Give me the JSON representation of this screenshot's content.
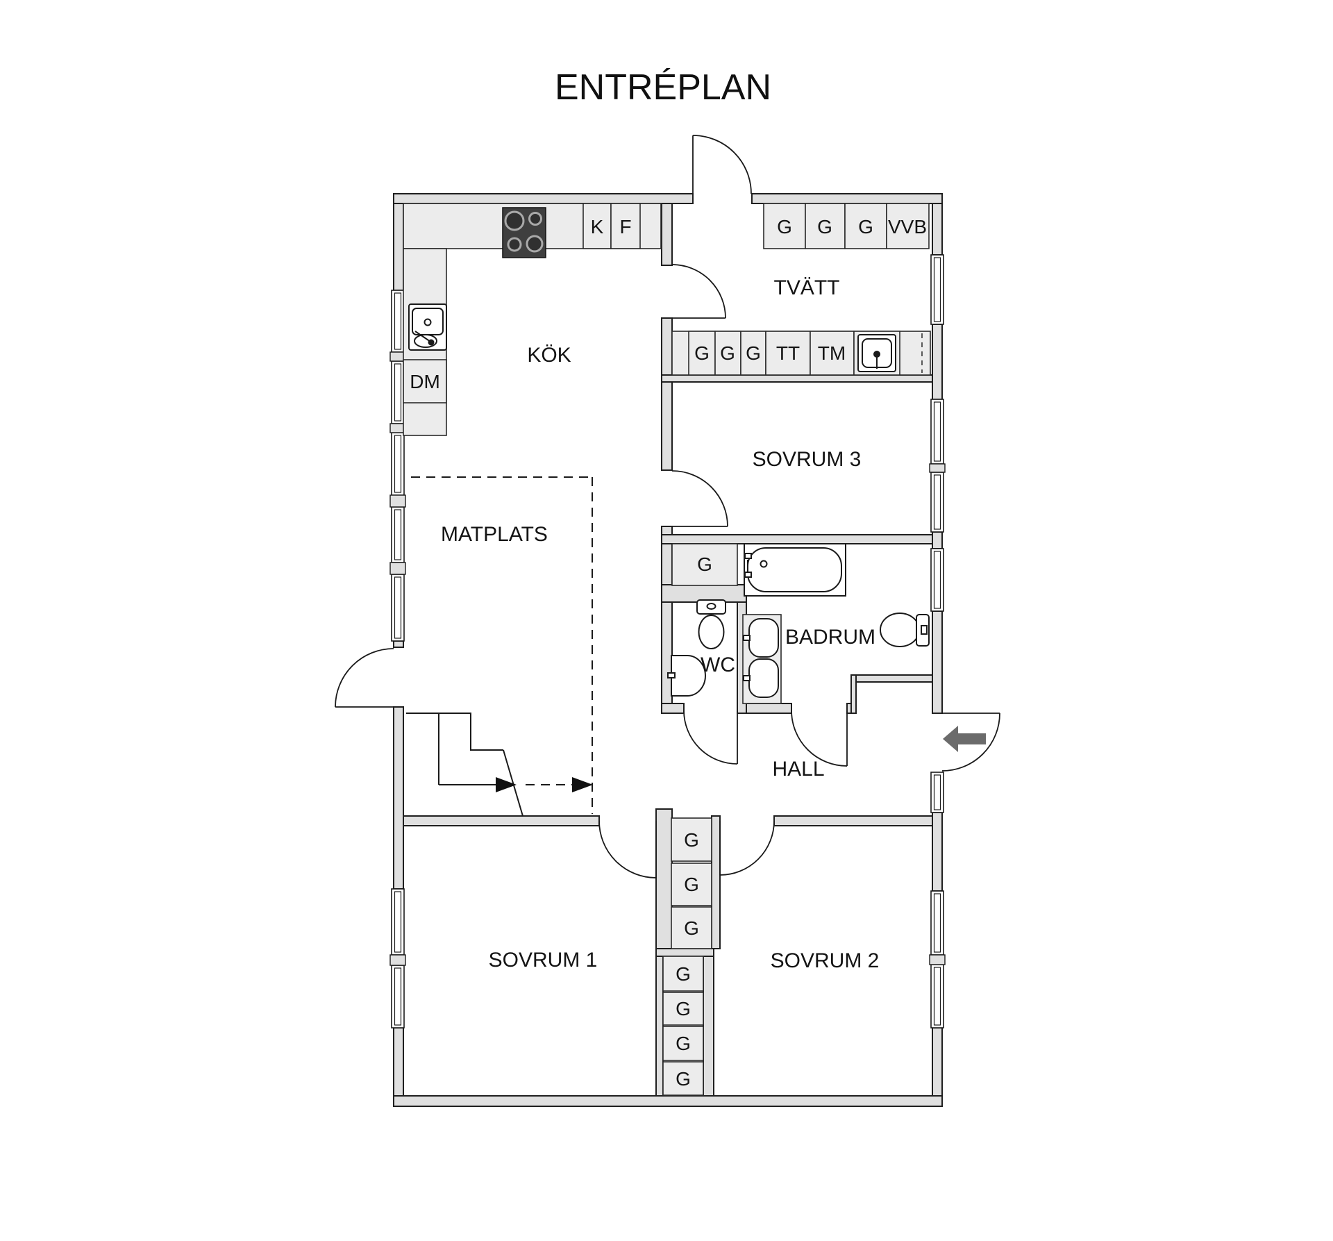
{
  "title": "ENTRÉPLAN",
  "rooms": {
    "kitchen": "KÖK",
    "laundry": "TVÄTT",
    "bedroom3": "SOVRUM 3",
    "dining": "MATPLATS",
    "bathroom": "BADRUM",
    "wc": "WC",
    "hall": "HALL",
    "bedroom1": "SOVRUM 1",
    "bedroom2": "SOVRUM 2"
  },
  "fixtures": {
    "wardrobe": "G",
    "water_heater": "VVB",
    "tumble_dryer": "TT",
    "washing_machine": "TM",
    "fridge": "K",
    "freezer": "F",
    "dishwasher": "DM"
  },
  "colors": {
    "wall_fill": "#e0e0e0",
    "outline": "#1f1f1f",
    "cabinet_fill": "#ececec",
    "stove_fill": "#3f3f3f",
    "entry_arrow": "#6b6b6b",
    "background": "#ffffff"
  }
}
